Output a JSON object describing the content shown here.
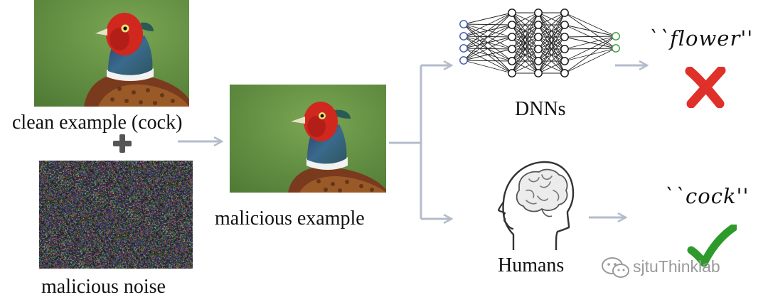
{
  "clean_example": {
    "caption": "clean example (cock)"
  },
  "noise": {
    "caption": "malicious noise"
  },
  "adversarial": {
    "caption": "malicious example"
  },
  "dnn": {
    "caption": "DNNs",
    "prediction": "``flower''",
    "verdict": "wrong"
  },
  "human": {
    "caption": "Humans",
    "prediction": "``cock''",
    "verdict": "correct"
  },
  "watermark": {
    "text": "sjtuThinklab"
  },
  "colors": {
    "arrow": "#b3bccb",
    "cross": "#e0302a",
    "check": "#2e9a2a",
    "nn_input": "#3a5aa8",
    "nn_output": "#3a9a3a",
    "photo_bg": "#5d8c43"
  }
}
